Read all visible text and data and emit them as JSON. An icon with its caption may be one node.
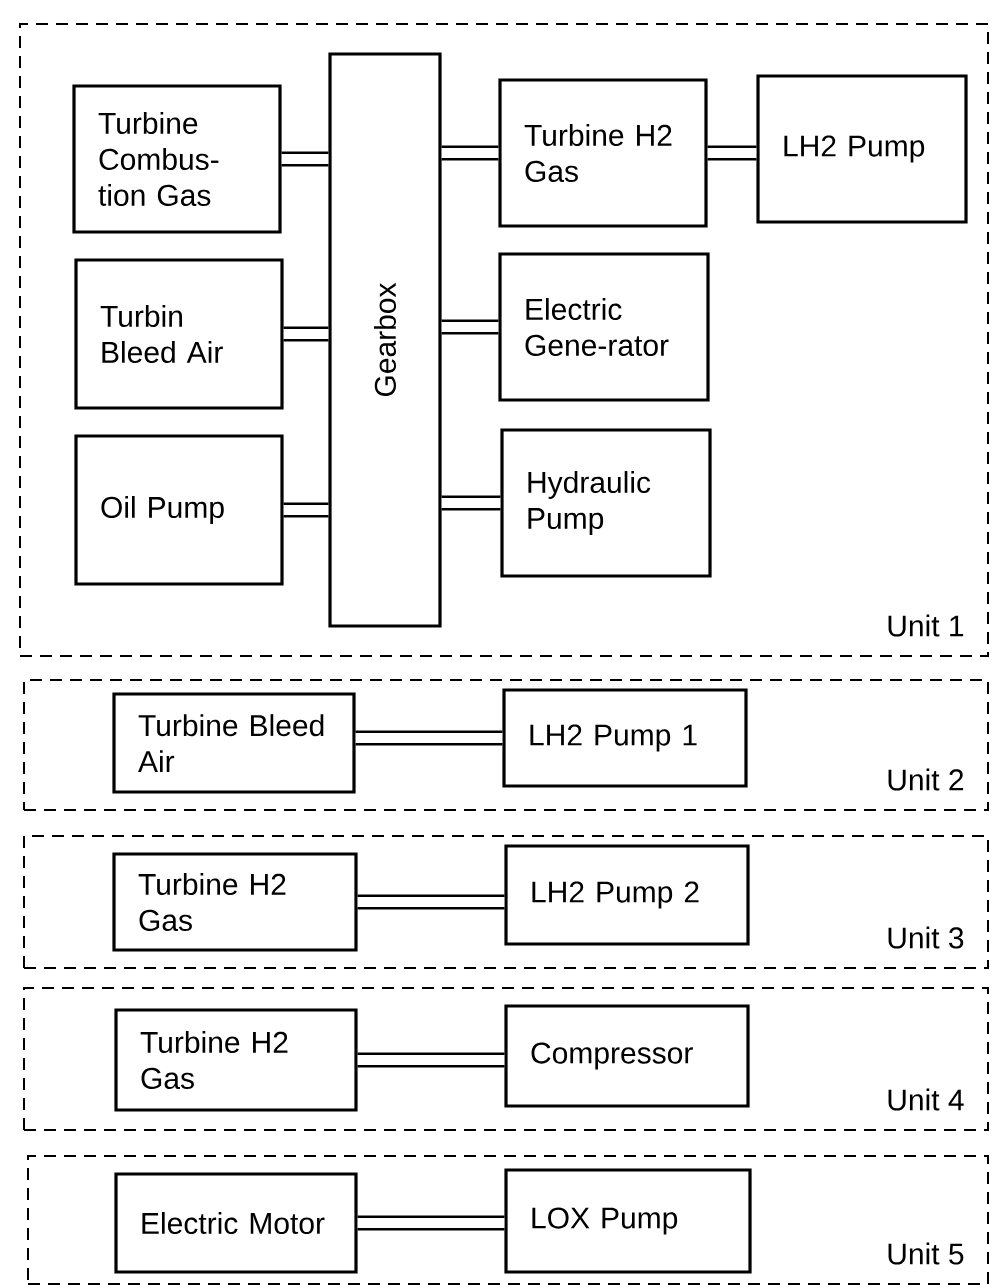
{
  "diagram": {
    "nodes": [
      {
        "text": [
          "Unit 1"
        ]
      },
      {
        "text": [
          "Turbine Combus-tion Gas"
        ],
        "in": 0
      },
      {
        "text": [
          "Turbin Bleed Air"
        ],
        "in": 0
      },
      {
        "text": [
          "Oil Pump"
        ],
        "in": 0
      },
      {
        "text": [
          "Gearbox"
        ],
        "in": 0
      },
      {
        "text": [
          "Turbine H2 Gas"
        ],
        "in": 0
      },
      {
        "text": [
          "LH2 Pump"
        ],
        "in": 0
      },
      {
        "text": [
          "Electric Gene-rator"
        ],
        "in": 0
      },
      {
        "text": [
          "Hydraulic Pump"
        ],
        "in": 0
      },
      {
        "text": [
          "Unit 2"
        ]
      },
      {
        "text": [
          "Turbine Bleed Air"
        ],
        "in": 9
      },
      {
        "text": [
          "LH2 Pump 1"
        ],
        "in": 9
      },
      {
        "text": [
          "Unit 3"
        ]
      },
      {
        "text": [
          "Turbine H2 Gas"
        ],
        "in": 12
      },
      {
        "text": [
          "LH2 Pump 2"
        ],
        "in": 12
      },
      {
        "text": [
          "Unit 4"
        ]
      },
      {
        "text": [
          "Turbine H2 Gas"
        ],
        "in": 15
      },
      {
        "text": [
          "Compressor"
        ],
        "in": 15
      },
      {
        "text": [
          "Unit 5"
        ]
      },
      {
        "text": [
          "Electric Motor"
        ],
        "in": 18
      },
      {
        "text": [
          "LOX Pump"
        ],
        "in": 18
      }
    ],
    "edges": [
      {
        "from": 1,
        "to": 4,
        "arrow": "none"
      },
      {
        "from": 2,
        "to": 4,
        "arrow": "none"
      },
      {
        "from": 3,
        "to": 4,
        "arrow": "none"
      },
      {
        "from": 4,
        "to": 5,
        "arrow": "none"
      },
      {
        "from": 5,
        "to": 6,
        "arrow": "none"
      },
      {
        "from": 4,
        "to": 7,
        "arrow": "none"
      },
      {
        "from": 4,
        "to": 8,
        "arrow": "none"
      },
      {
        "from": 10,
        "to": 11,
        "arrow": "none"
      },
      {
        "from": 13,
        "to": 14,
        "arrow": "none"
      },
      {
        "from": 16,
        "to": 17,
        "arrow": "none"
      },
      {
        "from": 19,
        "to": 20,
        "arrow": "none"
      }
    ]
  }
}
